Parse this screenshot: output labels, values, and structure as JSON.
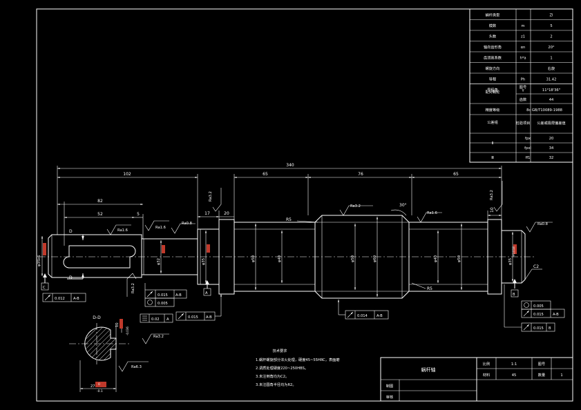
{
  "param_table": [
    {
      "label": "蜗杆类型",
      "symbol": "",
      "value": "ZI"
    },
    {
      "label": "模数",
      "symbol": "m",
      "value": "5"
    },
    {
      "label": "头数",
      "symbol": "z1",
      "value": "2"
    },
    {
      "label": "轴向齿形角",
      "symbol": "αn",
      "value": "20°"
    },
    {
      "label": "齿顶高系数",
      "symbol": "h*a",
      "value": "1"
    },
    {
      "label": "螺旋方向",
      "symbol": "",
      "value": "右旋"
    },
    {
      "label": "导程",
      "symbol": "Ph",
      "value": "31.42"
    },
    {
      "label": "导程角",
      "symbol": "γ",
      "value": "11°18'36\""
    },
    {
      "label": "精度等级",
      "symbol": "",
      "value": "8c GB/T10089-1988"
    }
  ],
  "param_extra": {
    "grade_label": "配对蜗轮",
    "grade_sub1": "图号",
    "grade_sub2": "齿数",
    "grade_sub2_value": "44",
    "check_label": "公差组",
    "check_col1": "检验项目",
    "check_col2": "公差或极限偏差值",
    "group1": "Ⅱ",
    "group2": "Ⅲ",
    "rows": [
      {
        "symbol": "fpx",
        "value": "20"
      },
      {
        "symbol": "fpxl",
        "value": "34"
      },
      {
        "symbol": "ff1",
        "value": "32"
      }
    ]
  },
  "dims": {
    "total": "340",
    "left_102": "102",
    "d82": "82",
    "d52": "52",
    "d5": "5",
    "d17": "17",
    "d20": "20",
    "d65a": "65",
    "d76": "76",
    "d65b": "65",
    "d10": "10",
    "d30deg": "30°",
    "r5a": "R5",
    "r5b": "R5",
    "phi_left": "φ35k6",
    "phi_32": "φ32",
    "phi_35m": "φ35",
    "phi50a": "φ50",
    "phi40a": "φ40",
    "phi50b": "φ50",
    "phi60": "φ60",
    "phi40b": "φ40",
    "phi50c": "φ50",
    "phi35r": "φ35",
    "c2": "C2",
    "d_27": "27",
    "d_10": "10",
    "n0": "0",
    "tol_neg": "-0.1",
    "tol_n0036": "-0.036",
    "tol_p0018": "+0.018"
  },
  "rough": {
    "ra16a": "Ra1.6",
    "ra16b": "Ra1.6",
    "ra08a": "Ra0.8",
    "ra32a": "Ra3.2",
    "ra32b": "Ra3.2",
    "ra16c": "Ra1.6",
    "ra32c": "Ra3.2",
    "ra08b": "Ra0.8",
    "ra32d": "Ra3.2",
    "ra32e": "Ra3.2",
    "ra63": "Ra6.3"
  },
  "gdt": {
    "c_label": "C",
    "a_label": "A",
    "b_label": "B",
    "f1_val": "0.012",
    "f1_ref": "A-B",
    "f2_val": "0.015",
    "f2_ref": "A-B",
    "f3_val": "0.005",
    "f4_val": "0.02",
    "f4_ref": "A",
    "f5_val": "0.015",
    "f5_ref": "A-B",
    "f6_val": "0.014",
    "f6_ref": "A-B",
    "f7_val": "0.005",
    "f8_val": "0.015",
    "f8_ref": "A-B",
    "f9_val": "0.015",
    "f9_ref": "B"
  },
  "section": {
    "title": "D-D",
    "cut_d1": "D",
    "cut_d2": "D"
  },
  "notes": {
    "title": "技术要求",
    "lines": [
      "1.蜗杆螺旋部分淬火处理，硬度45~55HRC，表面磨",
      "2.调质处理硬度220~250HBS。",
      "3.未注倒角均为C2。",
      "3.未注圆角半径均为R2。"
    ]
  },
  "title_block": {
    "part_name": "蜗杆轴",
    "scale_label": "比例",
    "scale_value": "1:1",
    "drawing_no_label": "图号",
    "material_label": "材料",
    "material_value": "45",
    "qty_label": "数量",
    "qty_value": "1",
    "drawn_label": "制图",
    "checked_label": "审核"
  }
}
